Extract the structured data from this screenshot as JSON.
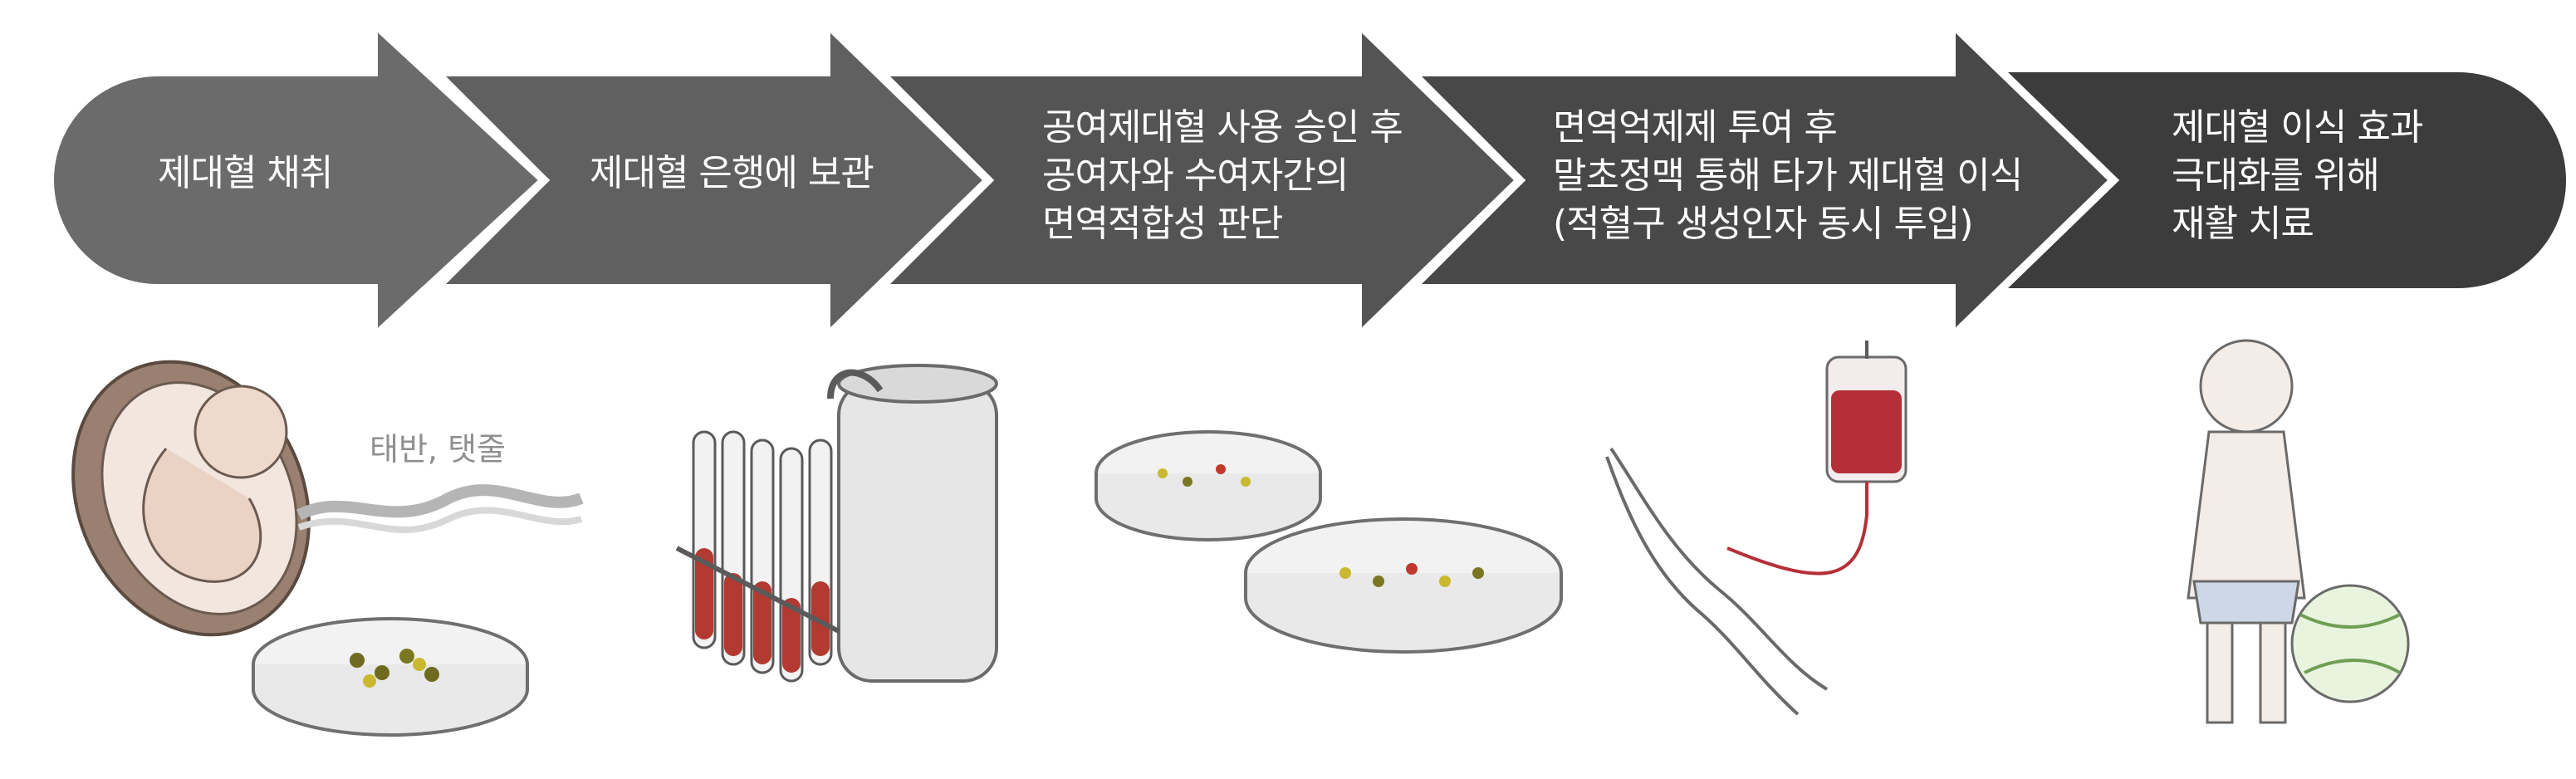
{
  "steps": [
    {
      "lines": [
        "제대혈 채취"
      ]
    },
    {
      "lines": [
        "제대혈 은행에 보관"
      ]
    },
    {
      "lines": [
        "공여제대혈 사용 승인 후",
        "공여자와 수여자간의",
        "면역적합성 판단"
      ]
    },
    {
      "lines": [
        "면역억제제 투여 후",
        "말초정맥 통해 타가 제대혈 이식",
        "(적혈구 생성인자 동시 투입)"
      ]
    },
    {
      "lines": [
        "제대혈 이식 효과",
        "극대화를 위해",
        "재활 치료"
      ]
    }
  ],
  "captions": {
    "placenta": "태반, 탯줄"
  },
  "colors": {
    "step_1": "#6b6b6b",
    "step_2": "#606060",
    "step_3": "#545454",
    "step_4": "#484848",
    "step_5": "#3c3c3c",
    "text": "#ffffff"
  }
}
